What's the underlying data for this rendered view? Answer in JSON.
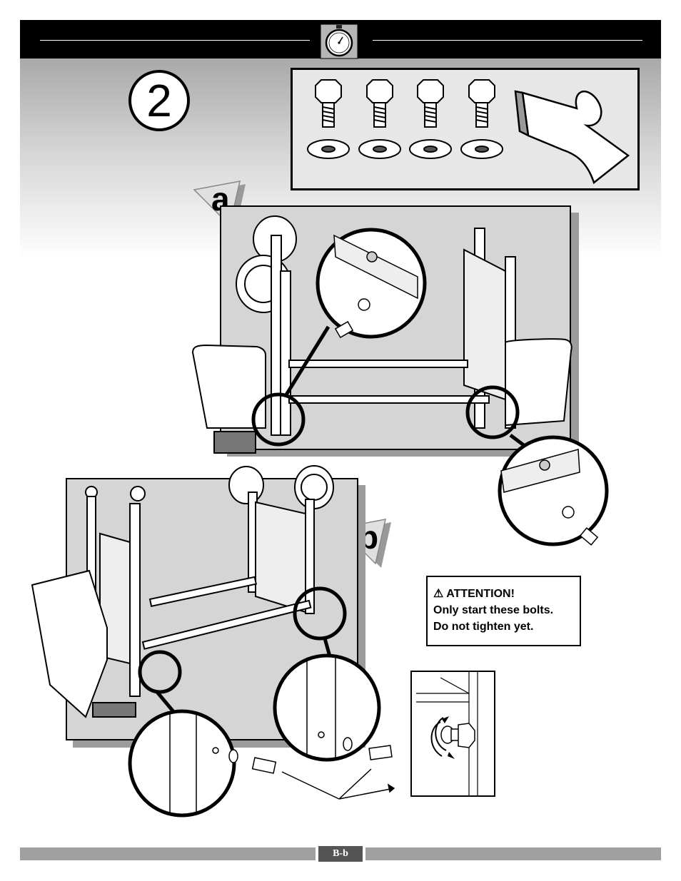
{
  "step": {
    "number": "2"
  },
  "substeps": {
    "a": "a",
    "b": "b"
  },
  "warning": {
    "symbol": "⚠",
    "title": "ATTENTION!",
    "line1": "Only start these bolts.",
    "line2": "Do not tighten yet."
  },
  "footer": {
    "page_label": "B-b"
  },
  "colors": {
    "header": "#000000",
    "panel": "#d5d5d5",
    "footer": "#a0a0a0",
    "footer_label": "#555555"
  }
}
